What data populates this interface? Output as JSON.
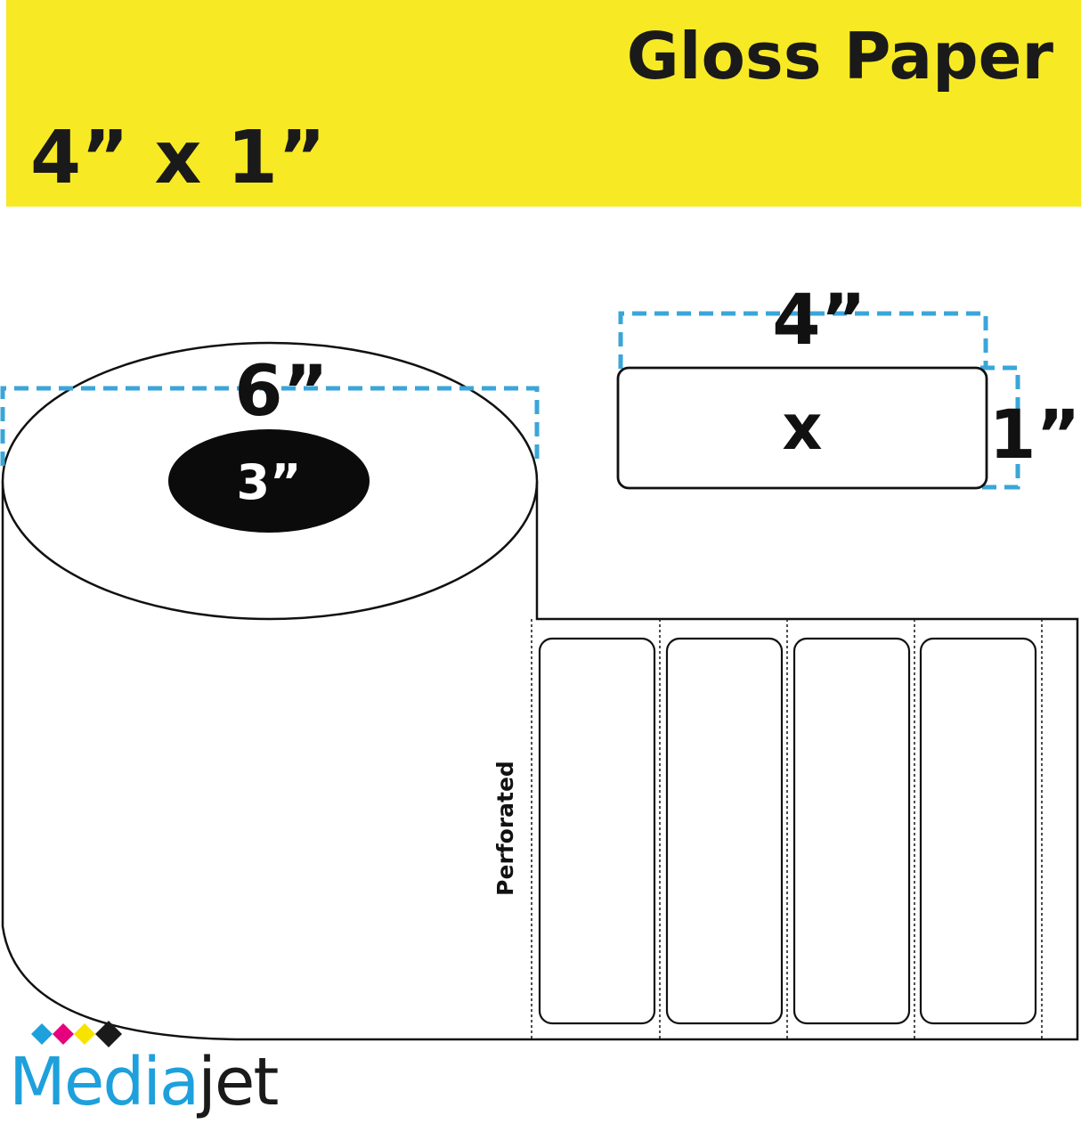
{
  "header": {
    "material": "Gloss Paper",
    "size": "4” x 1”",
    "background_color": "#f7ea25"
  },
  "roll": {
    "outer_diameter": "6”",
    "core_diameter": "3”",
    "perforation_label": "Perforated",
    "labels_across": 4
  },
  "label_detail": {
    "width": "4”",
    "height": "1”",
    "separator": "x"
  },
  "brand": {
    "name_part1": "Media",
    "name_part2": "jet",
    "colors": {
      "part1": "#1ea0dc",
      "part2": "#1a1a1a",
      "diamonds": [
        "#1ea0dc",
        "#e6007e",
        "#f7e300",
        "#1a1a1a"
      ]
    }
  },
  "colors": {
    "dimension_dash": "#3aa6d8"
  }
}
